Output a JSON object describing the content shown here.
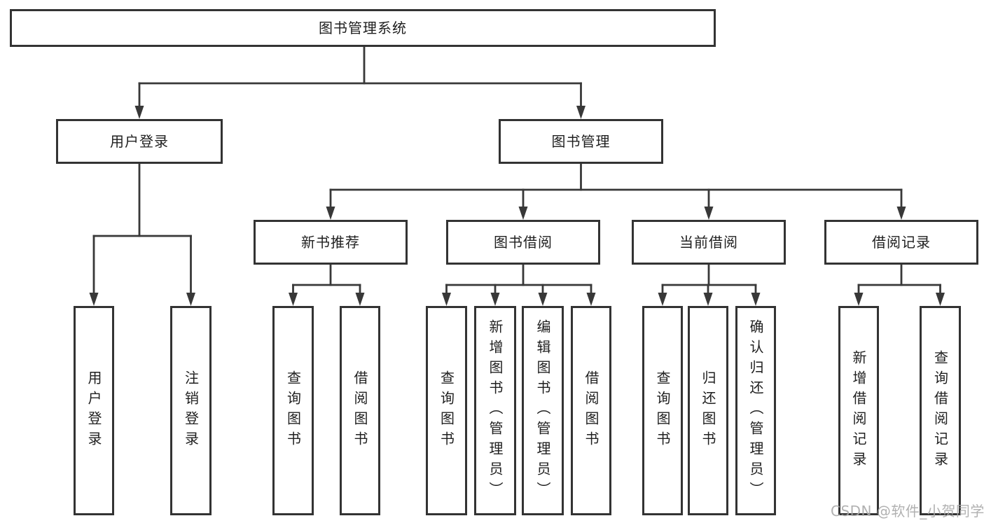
{
  "diagram": {
    "title": "图书管理系统",
    "watermark": "CSDN @软件_小贺同学",
    "colors": {
      "line": "#383838",
      "border": "#333333",
      "fill": "#ffffff",
      "text": "#1f1f1f",
      "watermark": "#a9a9a9",
      "background": "#ffffff"
    },
    "nodes": [
      {
        "id": "system",
        "label": "图书管理系统",
        "parent": null
      },
      {
        "id": "user-login",
        "label": "用户登录",
        "parent": "system"
      },
      {
        "id": "book-management",
        "label": "图书管理",
        "parent": "system"
      },
      {
        "id": "new-book-recommend",
        "label": "新书推荐",
        "parent": "book-management"
      },
      {
        "id": "book-borrowing",
        "label": "图书借阅",
        "parent": "book-management"
      },
      {
        "id": "current-borrowing",
        "label": "当前借阅",
        "parent": "book-management"
      },
      {
        "id": "borrowing-records",
        "label": "借阅记录",
        "parent": "book-management"
      },
      {
        "id": "login",
        "label": "用户登录",
        "parent": "user-login"
      },
      {
        "id": "logout",
        "label": "注销登录",
        "parent": "user-login"
      },
      {
        "id": "recommend-query-books",
        "label": "查询图书",
        "parent": "new-book-recommend"
      },
      {
        "id": "recommend-borrow-books",
        "label": "借阅图书",
        "parent": "new-book-recommend"
      },
      {
        "id": "borrow-query-books",
        "label": "查询图书",
        "parent": "book-borrowing"
      },
      {
        "id": "borrow-add-books",
        "label": "新增图书（管理员）",
        "parent": "book-borrowing"
      },
      {
        "id": "borrow-edit-books",
        "label": "编辑图书（管理员）",
        "parent": "book-borrowing"
      },
      {
        "id": "borrow-borrow-books",
        "label": "借阅图书",
        "parent": "book-borrowing"
      },
      {
        "id": "current-query-books",
        "label": "查询图书",
        "parent": "current-borrowing"
      },
      {
        "id": "current-return-books",
        "label": "归还图书",
        "parent": "current-borrowing"
      },
      {
        "id": "current-confirm-return",
        "label": "确认归还（管理员）",
        "parent": "current-borrowing"
      },
      {
        "id": "records-add-record",
        "label": "新增借阅记录",
        "parent": "borrowing-records"
      },
      {
        "id": "records-query-record",
        "label": "查询借阅记录",
        "parent": "borrowing-records"
      }
    ]
  }
}
